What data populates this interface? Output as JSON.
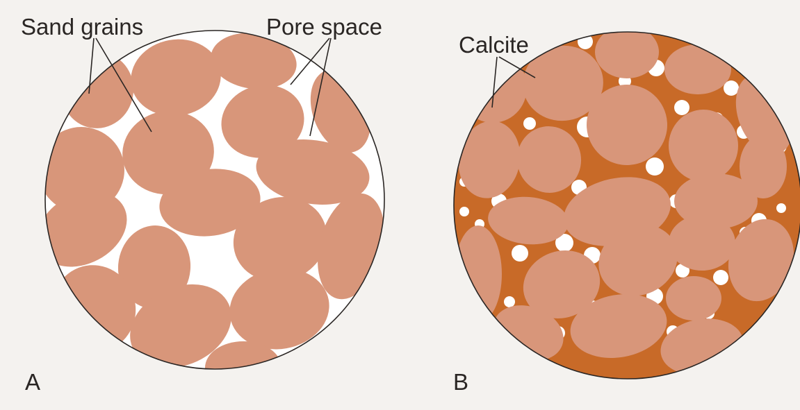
{
  "panels": [
    {
      "id": "A",
      "letter": "A",
      "labels": {
        "grains": "Sand grains",
        "pores": "Pore space"
      }
    },
    {
      "id": "B",
      "letter": "B",
      "labels": {
        "cement": "Calcite"
      }
    }
  ],
  "colors": {
    "page": "#f4f2ef",
    "grain": "#d8967a",
    "pore": "#ffffff",
    "calcite": "#c86a28",
    "outline": "#2a2624"
  }
}
